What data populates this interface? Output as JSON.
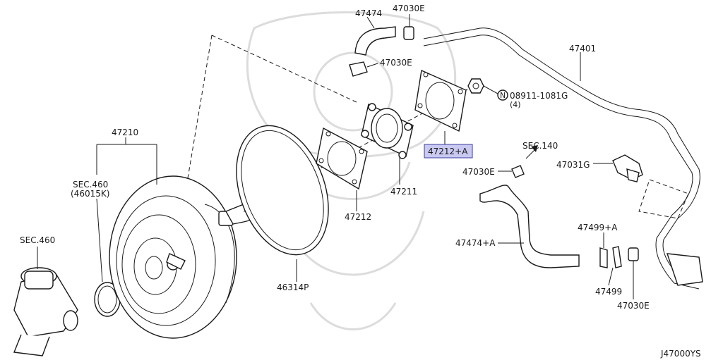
{
  "labels": {
    "p47474": "47474",
    "p47030e_top": "47030E",
    "p47030e_mid": "47030E",
    "p47401": "47401",
    "p08911": "08911-1081G",
    "p08911_qty": "(4)",
    "p08911_symbol": "N",
    "p47210": "47210",
    "sec460_a": "SEC.460",
    "sec460_a_sub": "(46015K)",
    "sec460_b": "SEC.460",
    "p47212a": "47212+A",
    "sec140": "SEC.140",
    "p47030e_right": "47030E",
    "p47031g": "47031G",
    "p47211": "47211",
    "p47212": "47212",
    "p47474a": "47474+A",
    "p47499a": "47499+A",
    "p47499": "47499",
    "p47030e_bottom": "47030E",
    "p46314p": "46314P",
    "diagram_code": "J47000YS"
  },
  "highlight_color": "#c9c9f2",
  "highlight_border": "#3a3aa0",
  "line_color": "#1a1a1a"
}
